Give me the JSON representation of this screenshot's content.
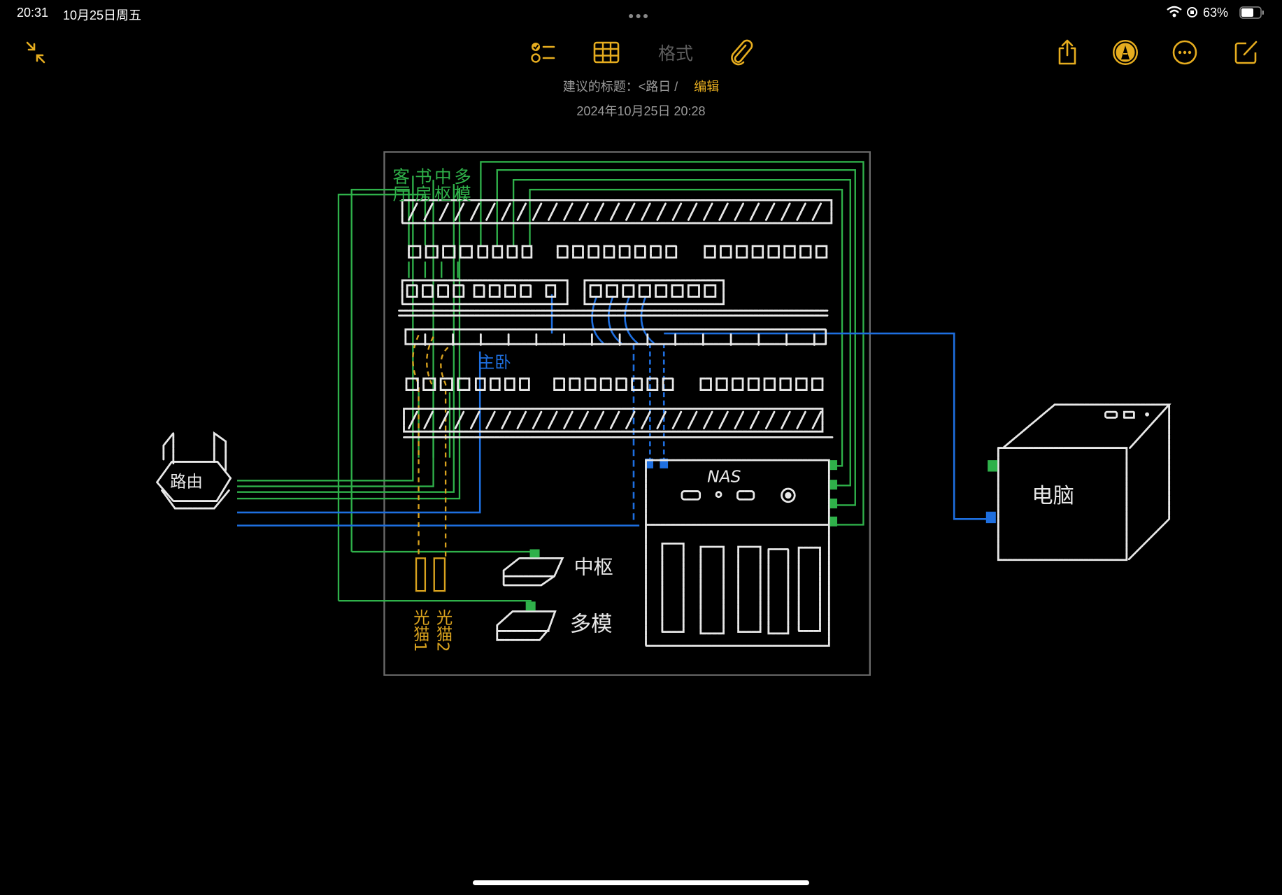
{
  "status_bar": {
    "time": "20:31",
    "date": "10月25日周五",
    "battery": "63%"
  },
  "toolbar": {
    "format_label": "格式",
    "icons": [
      "collapse-icon",
      "checklist-icon",
      "table-icon",
      "paperclip-icon",
      "share-icon",
      "markup-icon",
      "more-icon",
      "compose-icon"
    ]
  },
  "note": {
    "suggested_title_prefix": "建议的标题：<路日 /",
    "edit_label": "编辑",
    "timestamp": "2024年10月25日 20:28"
  },
  "sketch": {
    "room_labels": [
      "客厅",
      "书房",
      "中枢",
      "多模"
    ],
    "master_bedroom": "主卧",
    "router": "路由",
    "nas": "NAS",
    "hub": "中枢",
    "multimode": "多模",
    "modem1": "光猫1",
    "modem2": "光猫2",
    "computer": "电脑"
  },
  "colors": {
    "accent": "#e6ad1f",
    "green_cable": "#2fb14a",
    "blue_cable": "#1e6fe0",
    "chalk": "#e8e8e8"
  }
}
